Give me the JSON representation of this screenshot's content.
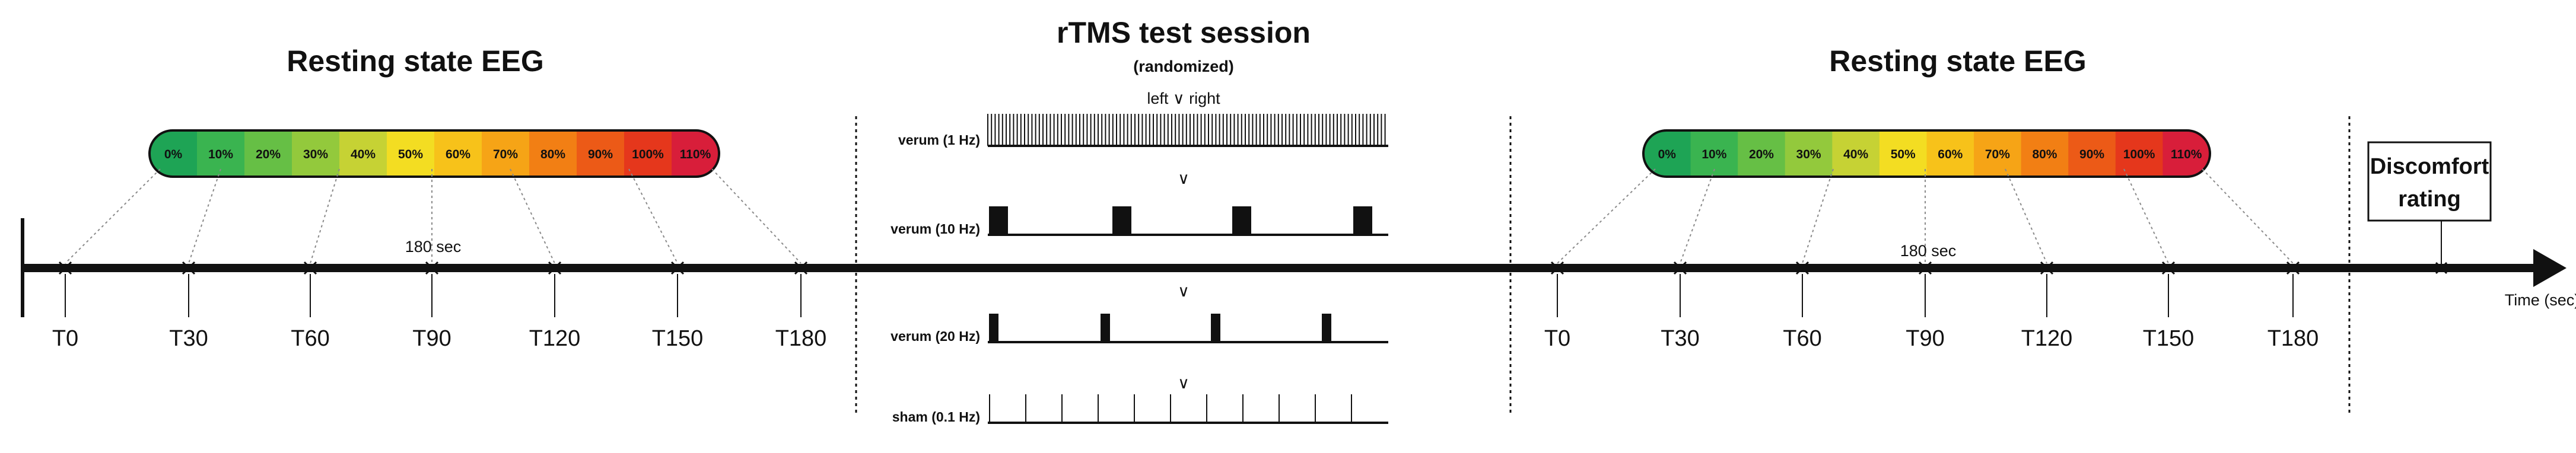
{
  "sections": {
    "rest_pre_title": "Resting state EEG",
    "rtms_title": "rTMS test session",
    "rtms_subtitle": "(randomized)",
    "rtms_sides": "left ∨ right",
    "rest_post_title": "Resting state EEG"
  },
  "scale_labels": [
    "0%",
    "10%",
    "20%",
    "30%",
    "40%",
    "50%",
    "60%",
    "70%",
    "80%",
    "90%",
    "100%",
    "110%"
  ],
  "scale_colors": [
    "#1ea455",
    "#3ab450",
    "#66bf45",
    "#93c93c",
    "#c6d234",
    "#f3dd22",
    "#f7c21a",
    "#f6a416",
    "#f27f14",
    "#ec5a17",
    "#e5371c",
    "#d81e3a"
  ],
  "timeline": {
    "ticks_pre": [
      "T0",
      "T30",
      "T60",
      "T90",
      "T120",
      "T150",
      "T180"
    ],
    "ticks_post": [
      "T0",
      "T30",
      "T60",
      "T90",
      "T120",
      "T150",
      "T180"
    ],
    "duration_pre": "180 sec",
    "duration_post": "180 sec",
    "axis_label": "Time (sec)"
  },
  "discomfort": {
    "line1": "Discomfort",
    "line2": "rating"
  },
  "protocols": [
    {
      "label": "verum (1 Hz)",
      "pattern": "dense"
    },
    {
      "label": "verum (10 Hz)",
      "pattern": "burst4"
    },
    {
      "label": "verum (20 Hz)",
      "pattern": "burst4narrow"
    },
    {
      "label": "sham (0.1 Hz)",
      "pattern": "sparse"
    }
  ],
  "or_symbol": "∨"
}
